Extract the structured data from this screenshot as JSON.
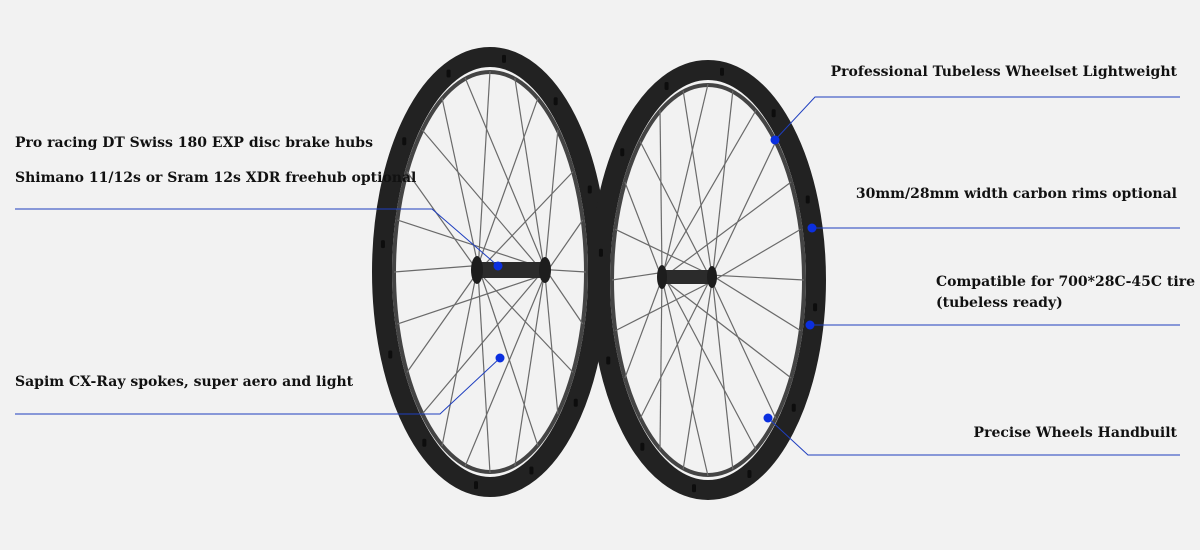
{
  "colors": {
    "background": "#f2f2f2",
    "callout_line": "#1f3fbf",
    "callout_dot": "#0b2fe0",
    "rim": "#2a2a2a",
    "spoke": "#555555"
  },
  "image": {
    "subject": "pair of carbon road bicycle wheels with disc brake hubs"
  },
  "callouts": {
    "hubs": "Pro racing DT Swiss 180 EXP disc brake hubs",
    "freehub": "Shimano 11/12s or Sram 12s XDR freehub optional",
    "spokes": "Sapim CX-Ray spokes, super aero and light",
    "tubeless": "Professional Tubeless Wheelset Lightweight",
    "rims": "30mm/28mm width carbon rims optional",
    "tire_line1": "Compatible for 700*28C-45C tire",
    "tire_line2": "(tubeless ready)",
    "handbuilt": "Precise Wheels Handbuilt"
  }
}
